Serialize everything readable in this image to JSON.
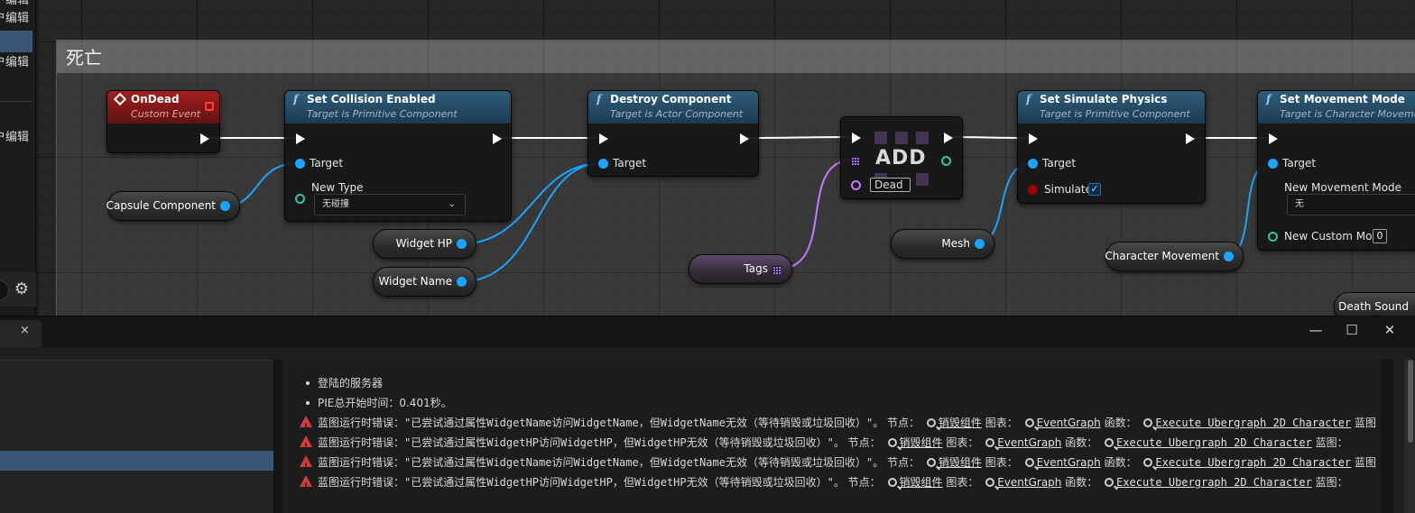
{
  "left_panel": {
    "items": [
      "户编辑",
      "户编辑",
      "户编辑",
      "户编辑"
    ]
  },
  "comment": {
    "title": "死亡"
  },
  "nodes": {
    "on_dead": {
      "title": "OnDead",
      "subtitle": "Custom Event"
    },
    "set_collision": {
      "title": "Set Collision Enabled",
      "subtitle": "Target is Primitive Component",
      "target_label": "Target",
      "new_type_label": "New Type",
      "new_type_value": "无碰撞"
    },
    "destroy_component": {
      "title": "Destroy Component",
      "subtitle": "Target is Actor Component",
      "target_label": "Target"
    },
    "add": {
      "label": "ADD",
      "input_value": "Dead"
    },
    "set_simulate": {
      "title": "Set Simulate Physics",
      "subtitle": "Target is Primitive Component",
      "target_label": "Target",
      "simulate_label": "Simulate",
      "simulate_checked": true
    },
    "set_movement": {
      "title": "Set Movement Mode",
      "subtitle": "Target is Character Movement",
      "target_label": "Target",
      "mode_label": "New Movement Mode",
      "mode_value": "无",
      "custom_label": "New Custom Mode",
      "custom_value": "0"
    }
  },
  "variables": {
    "capsule": "Capsule Component",
    "widget_hp": "Widget HP",
    "widget_name": "Widget Name",
    "tags": "Tags",
    "mesh": "Mesh",
    "char_move": "Character Movement",
    "death_sound": "Death Sound"
  },
  "bottom_panel": {
    "tab_close": "×",
    "window_buttons": {
      "minimize": "—",
      "maximize": "☐",
      "close": "✕"
    }
  },
  "log": {
    "info_lines": [
      "登陆的服务器",
      "PIE总开始时间：0.401秒。"
    ],
    "errors": [
      {
        "message": "蓝图运行时错误：\"已尝试通过属性WidgetName访问WidgetName，但WidgetName无效（等待销毁或垃圾回收）\"。",
        "node_label": "节点：",
        "node": "销毁组件",
        "graph_label": "图表：",
        "graph": "EventGraph",
        "func_label": "函数：",
        "func": "Execute Ubergraph 2D Character",
        "bp_label": "蓝图"
      },
      {
        "message": "蓝图运行时错误：\"已尝试通过属性WidgetHP访问WidgetHP，但WidgetHP无效（等待销毁或垃圾回收）\"。",
        "node_label": "节点：",
        "node": "销毁组件",
        "graph_label": "图表：",
        "graph": "EventGraph",
        "func_label": "函数：",
        "func": "Execute Ubergraph 2D Character",
        "bp_label": "蓝图："
      },
      {
        "message": "蓝图运行时错误：\"已尝试通过属性WidgetName访问WidgetName，但WidgetName无效（等待销毁或垃圾回收）\"。",
        "node_label": "节点：",
        "node": "销毁组件",
        "graph_label": "图表：",
        "graph": "EventGraph",
        "func_label": "函数：",
        "func": "Execute Ubergraph 2D Character",
        "bp_label": "蓝图"
      },
      {
        "message": "蓝图运行时错误：\"已尝试通过属性WidgetHP访问WidgetHP，但WidgetHP无效（等待销毁或垃圾回收）\"。",
        "node_label": "节点：",
        "node": "销毁组件",
        "graph_label": "图表：",
        "graph": "EventGraph",
        "func_label": "函数：",
        "func": "Execute Ubergraph 2D Character",
        "bp_label": "蓝图："
      }
    ]
  },
  "colors": {
    "exec_wire": "#ffffff",
    "object_pin": "#1aa4ff",
    "tag_pin": "#c879ff",
    "event_header": "#a41f1f",
    "function_header": "#2f5d7a",
    "error_icon": "#d23b3b",
    "selection": "#3a5577"
  }
}
